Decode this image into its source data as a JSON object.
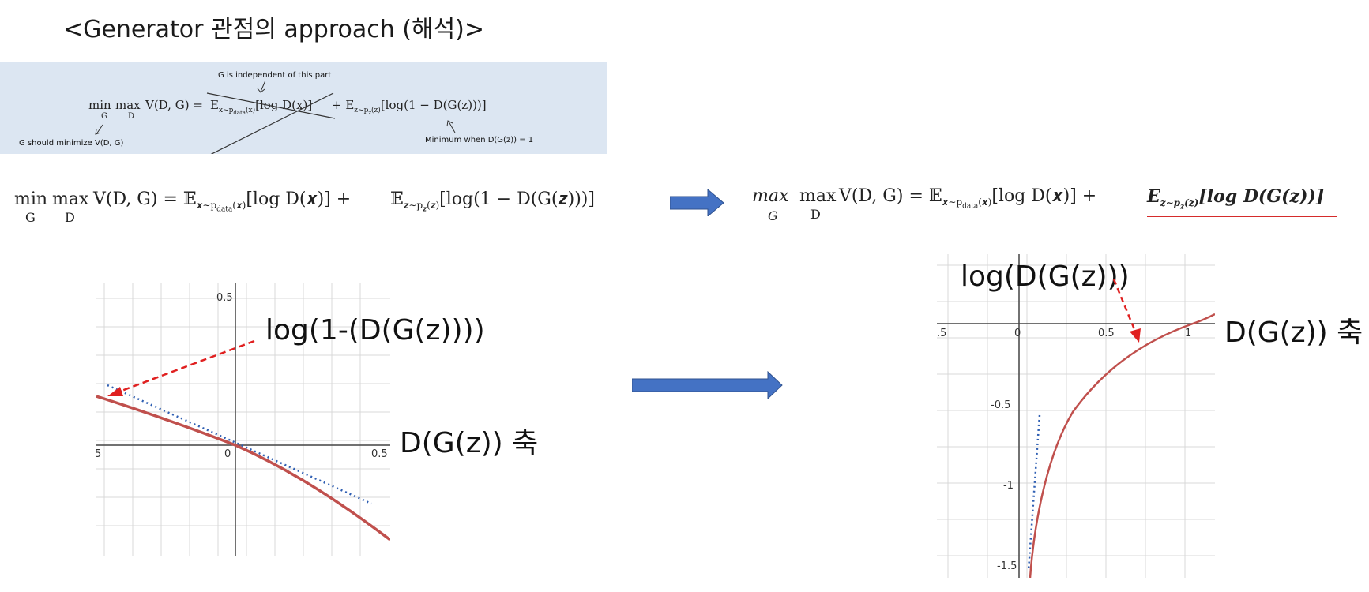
{
  "header": {
    "title": "<Generator 관점의 approach (해석)>"
  },
  "paper_box": {
    "top_note": "G  is independent of this part",
    "left_note": "G should minimize V(D, G)",
    "right_note": "Minimum when D(G(z))  = 1",
    "eq_min": "min",
    "eq_max": "max",
    "eq_G": "G",
    "eq_D": "D",
    "eq_body_a": "V(D, G)  =",
    "eq_struck": "E",
    "eq_struck_sub": "x~p",
    "eq_struck_sub2": "data",
    "eq_struck_sub3": "(x)",
    "eq_struck_term": "[log D(x)]",
    "eq_body_b": "+ E",
    "eq_body_b_sub": "z~p",
    "eq_body_b_sub2": "z",
    "eq_body_b_sub3": "(z)",
    "eq_body_c": "[log(1  − D(G(z)))]"
  },
  "equations": {
    "left": {
      "min": "min",
      "min_sub": "G",
      "max": "max",
      "max_sub": "D",
      "body_a": "V(D, G) = 𝔼",
      "sub_a": "𝒙∼p",
      "sub_a2": "data",
      "sub_a3": "(𝒙)",
      "body_b": "[log D(𝒙)] +",
      "body_c": "𝔼",
      "sub_c": "𝒛∼p",
      "sub_c2": "𝒛",
      "sub_c3": "(𝒛)",
      "body_d": "[log(1 − D(G(𝒛)))]"
    },
    "right": {
      "max1": "max",
      "max1_sub": "G",
      "max2": "max",
      "max2_sub": "D",
      "body_a": "V(D, G) = 𝔼",
      "sub_a": "𝒙∼p",
      "sub_a2": "data",
      "sub_a3": "(𝒙)",
      "body_b": "[log D(𝒙)] +",
      "body_c": "E",
      "sub_c": "z∼p",
      "sub_c2": "z",
      "sub_c3": "(z)",
      "body_d": "[log D(G(z))]"
    }
  },
  "left_graph": {
    "label_curve": "log(1-(D(G(z))))",
    "label_axis": "D(G(z)) 축",
    "ticks": {
      "y_05": "0.5",
      "x_0": "0",
      "x_05": "0.5",
      "x_neg": "5"
    }
  },
  "right_graph": {
    "label_curve": "log(D(G(z)))",
    "label_axis": "D(G(z)) 축",
    "ticks": {
      "x_neg": ".5",
      "x_0": "0",
      "x_05": "0.5",
      "x_1": "1",
      "y_neg05": "-0.5",
      "y_neg1": "-1",
      "y_neg15": "-1.5"
    }
  },
  "colors": {
    "curve": "#c0504d",
    "red_arrow": "#e02020",
    "blue_dots": "#2f5fb3",
    "block_arrow": "#4472c4",
    "box_bg": "#dce6f2",
    "underline": "#d52b2b"
  },
  "icons": [
    "right-block-arrow-icon",
    "right-block-arrow-icon"
  ]
}
